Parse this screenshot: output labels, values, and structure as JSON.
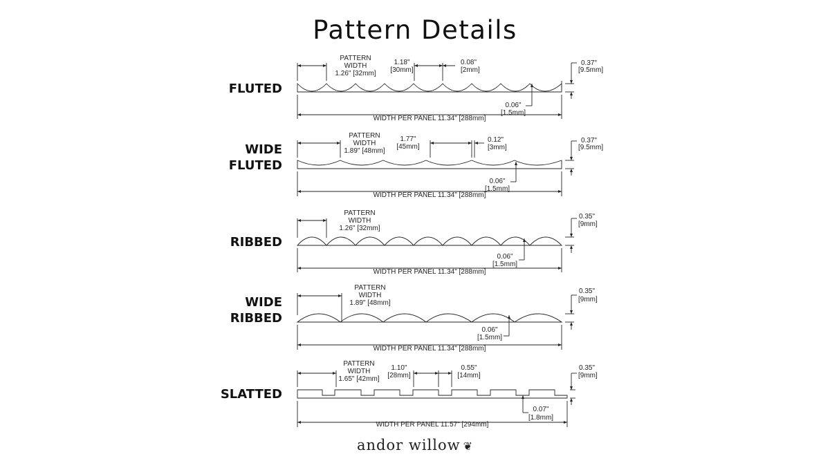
{
  "title": "Pattern Details",
  "brand": "andor willow",
  "patterns": [
    {
      "label_lines": [
        "FLUTED"
      ],
      "shape": "fluted",
      "pattern_width_label": [
        "PATTERN",
        "WIDTH",
        "1.26\" [32mm]"
      ],
      "segment_label": [
        "1.18\"",
        "[30mm]"
      ],
      "gap_label": [
        "0.08\"",
        "[2mm]"
      ],
      "thickness_label": [
        "0.37\"",
        "[9.5mm]"
      ],
      "depth_label": [
        "0.06\"",
        "[1.5mm]"
      ],
      "panel_width_label": "WIDTH PER PANEL 11.34\" [288mm]"
    },
    {
      "label_lines": [
        "WIDE",
        "FLUTED"
      ],
      "shape": "wide-fluted",
      "pattern_width_label": [
        "PATTERN",
        "WIDTH",
        "1.89\" [48mm]"
      ],
      "segment_label": [
        "1.77\"",
        "[45mm]"
      ],
      "gap_label": [
        "0.12\"",
        "[3mm]"
      ],
      "thickness_label": [
        "0.37\"",
        "[9.5mm]"
      ],
      "depth_label": [
        "0.06\"",
        "[1.5mm]"
      ],
      "panel_width_label": "WIDTH PER PANEL 11.34\" [288mm]"
    },
    {
      "label_lines": [
        "RIBBED"
      ],
      "shape": "ribbed",
      "pattern_width_label": [
        "PATTERN",
        "WIDTH",
        "1.26\" [32mm]"
      ],
      "thickness_label": [
        "0.35\"",
        "[9mm]"
      ],
      "depth_label": [
        "0.06\"",
        "[1.5mm]"
      ],
      "panel_width_label": "WIDTH PER PANEL 11.34\" [288mm]"
    },
    {
      "label_lines": [
        "WIDE",
        "RIBBED"
      ],
      "shape": "wide-ribbed",
      "pattern_width_label": [
        "PATTERN",
        "WIDTH",
        "1.89\" [48mm]"
      ],
      "thickness_label": [
        "0.35\"",
        "[9mm]"
      ],
      "depth_label": [
        "0.06\"",
        "[1.5mm]"
      ],
      "panel_width_label": "WIDTH PER PANEL 11.34\" [288mm]"
    },
    {
      "label_lines": [
        "SLATTED"
      ],
      "shape": "slatted",
      "pattern_width_label": [
        "PATTERN",
        "WIDTH",
        "1.65\" [42mm]"
      ],
      "segment_label": [
        "1.10\"",
        "[28mm]"
      ],
      "gap_label": [
        "0.55\"",
        "[14mm]"
      ],
      "thickness_label": [
        "0.35\"",
        "[9mm]"
      ],
      "depth_label": [
        "0.07\"",
        "[1.8mm]"
      ],
      "panel_width_label": "WIDTH PER PANEL 11.57\" [294mm]"
    }
  ]
}
